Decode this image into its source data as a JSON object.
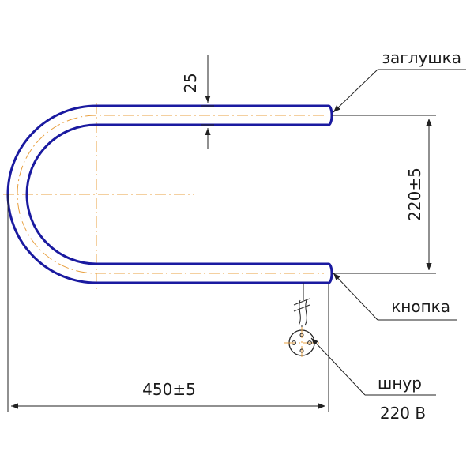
{
  "labels": {
    "cap": "заглушка",
    "button": "кнопка",
    "cord": "шнур",
    "voltage": "220 В"
  },
  "dimensions": {
    "tube_diameter": "25",
    "height": "220±5",
    "width": "450±5"
  },
  "colors": {
    "tube": "#1a1aa0",
    "axis": "#e8a040",
    "line": "#222222"
  }
}
